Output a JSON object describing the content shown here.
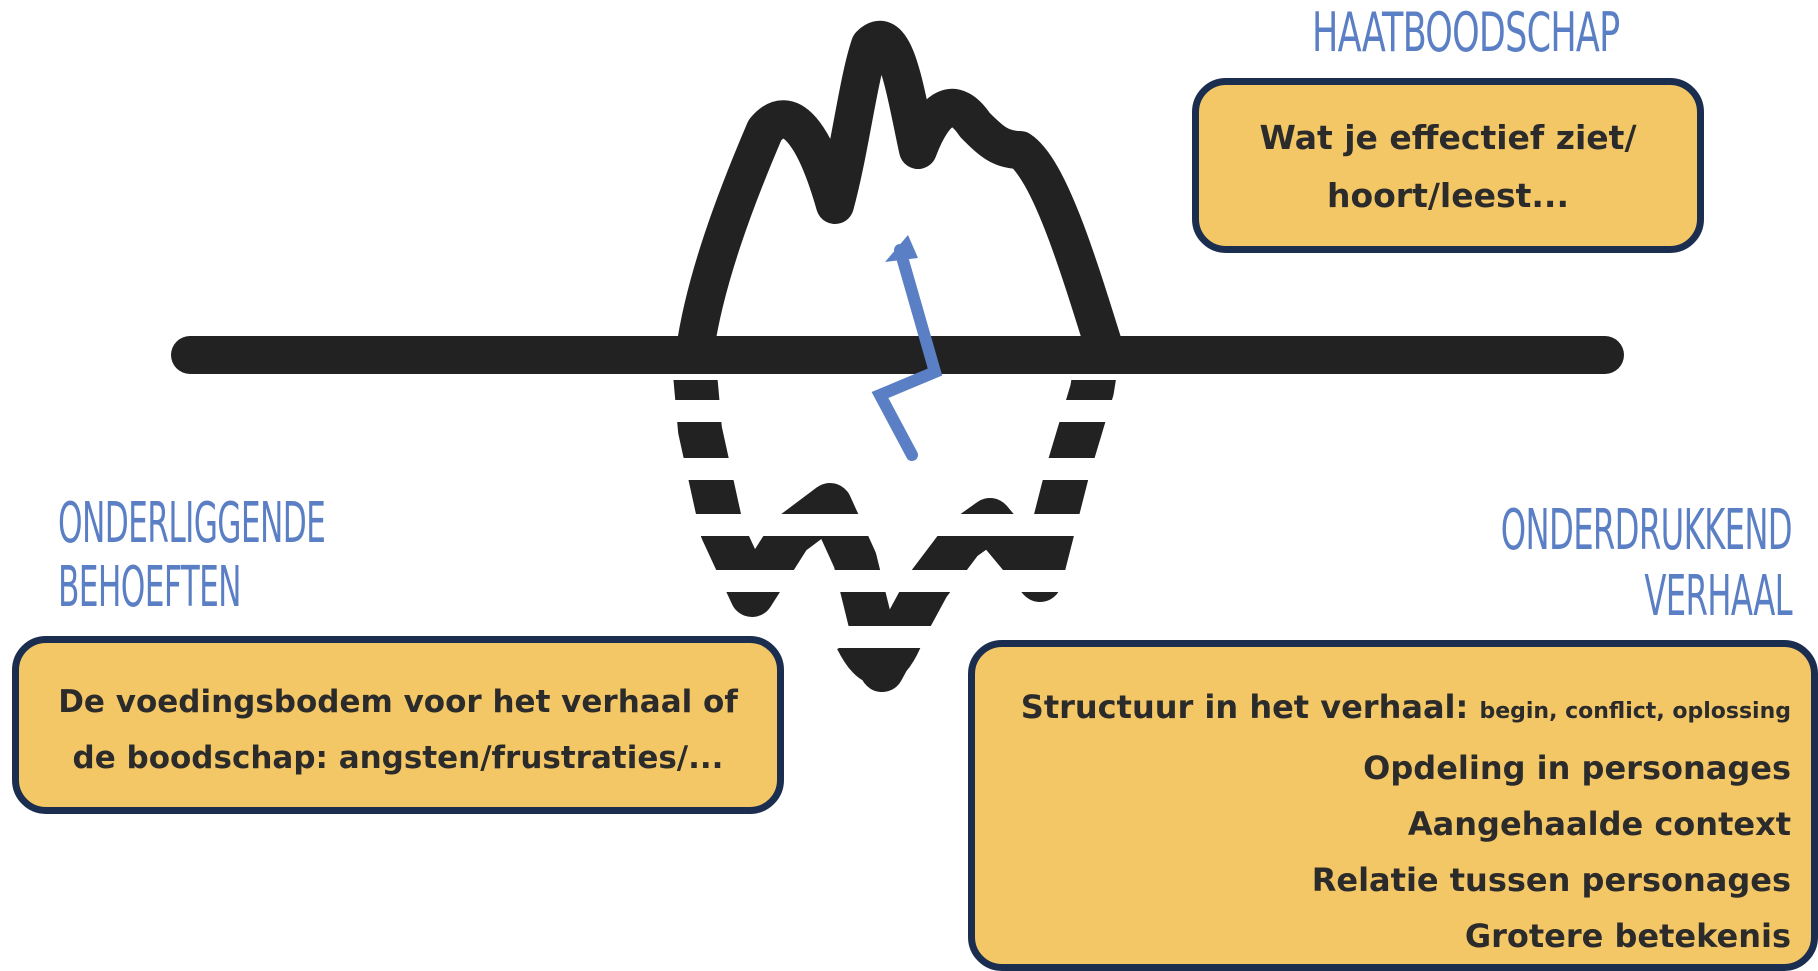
{
  "top_right": {
    "title": "HAATBOODSCHAP",
    "lines": [
      "Wat je effectief ziet/",
      "hoort/leest..."
    ]
  },
  "bottom_left": {
    "title_lines": [
      "ONDERLIGGENDE",
      "BEHOEFTEN"
    ],
    "lines": [
      "De voedingsbodem voor het verhaal of",
      "de boodschap: angsten/frustraties/..."
    ]
  },
  "bottom_right": {
    "title_lines": [
      "ONDERDRUKKEND",
      "VERHAAL"
    ],
    "items": [
      {
        "main": "Structuur in het verhaal:",
        "detail": "begin, conflict, oplossing"
      },
      {
        "main": "Opdeling in personages"
      },
      {
        "main": "Aangehaalde context"
      },
      {
        "main": "Relatie tussen personages"
      },
      {
        "main": "Grotere betekenis"
      }
    ]
  },
  "colors": {
    "heading_blue": "#5b7fc4",
    "box_fill": "#f4c766",
    "box_border": "#1b2e4f",
    "iceberg_black": "#222222",
    "lightning_blue": "#5b7fc4"
  },
  "icons": [
    "iceberg-icon",
    "lightning-icon",
    "waterline"
  ]
}
